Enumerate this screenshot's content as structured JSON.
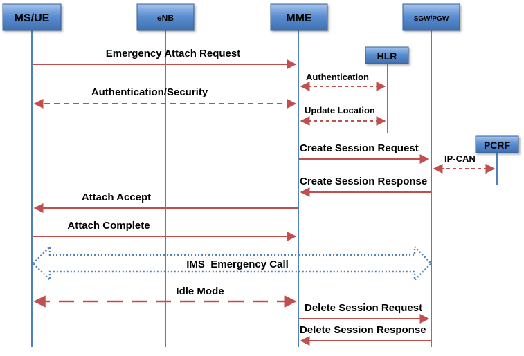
{
  "entities": {
    "ms_ue": "MS/UE",
    "enb": "eNB",
    "mme": "MME",
    "sgw_pgw": "SGW/PGW",
    "hlr": "HLR",
    "pcrf": "PCRF"
  },
  "messages": {
    "emergency_attach_request": "Emergency Attach Request",
    "authentication": "Authentication",
    "authentication_security": "Authentication/Security",
    "update_location": "Update Location",
    "create_session_request": "Create Session Request",
    "ip_can": "IP-CAN",
    "create_session_response": "Create Session Response",
    "attach_accept": "Attach Accept",
    "attach_complete": "Attach Complete",
    "ims_emergency_call": "IMS  Emergency Call",
    "idle_mode": "Idle Mode",
    "delete_session_request": "Delete Session Request",
    "delete_session_response": "Delete Session Response"
  },
  "colors": {
    "box_fill": "#4f81bd",
    "box_top": "#8db3e2",
    "lifeline": "#4f81bd",
    "arrow_red": "#c0504d",
    "ims_blue": "#4f81bd"
  }
}
